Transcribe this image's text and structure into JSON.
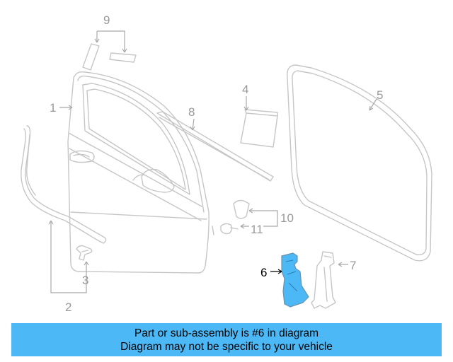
{
  "diagram": {
    "callouts": {
      "c1": "1",
      "c2": "2",
      "c3": "3",
      "c4": "4",
      "c5": "5",
      "c6": "6",
      "c7": "7",
      "c8": "8",
      "c9": "9",
      "c10": "10",
      "c11": "11"
    },
    "highlighted_part": "6",
    "colors": {
      "highlight": "#4cb8f5",
      "line": "#c6c6c6",
      "callout": "#9a9a9a"
    }
  },
  "banner": {
    "line1": "Part or sub-assembly is #6 in diagram",
    "line2": "Diagram may not be specific to your vehicle",
    "background": "#4cb8f5"
  }
}
